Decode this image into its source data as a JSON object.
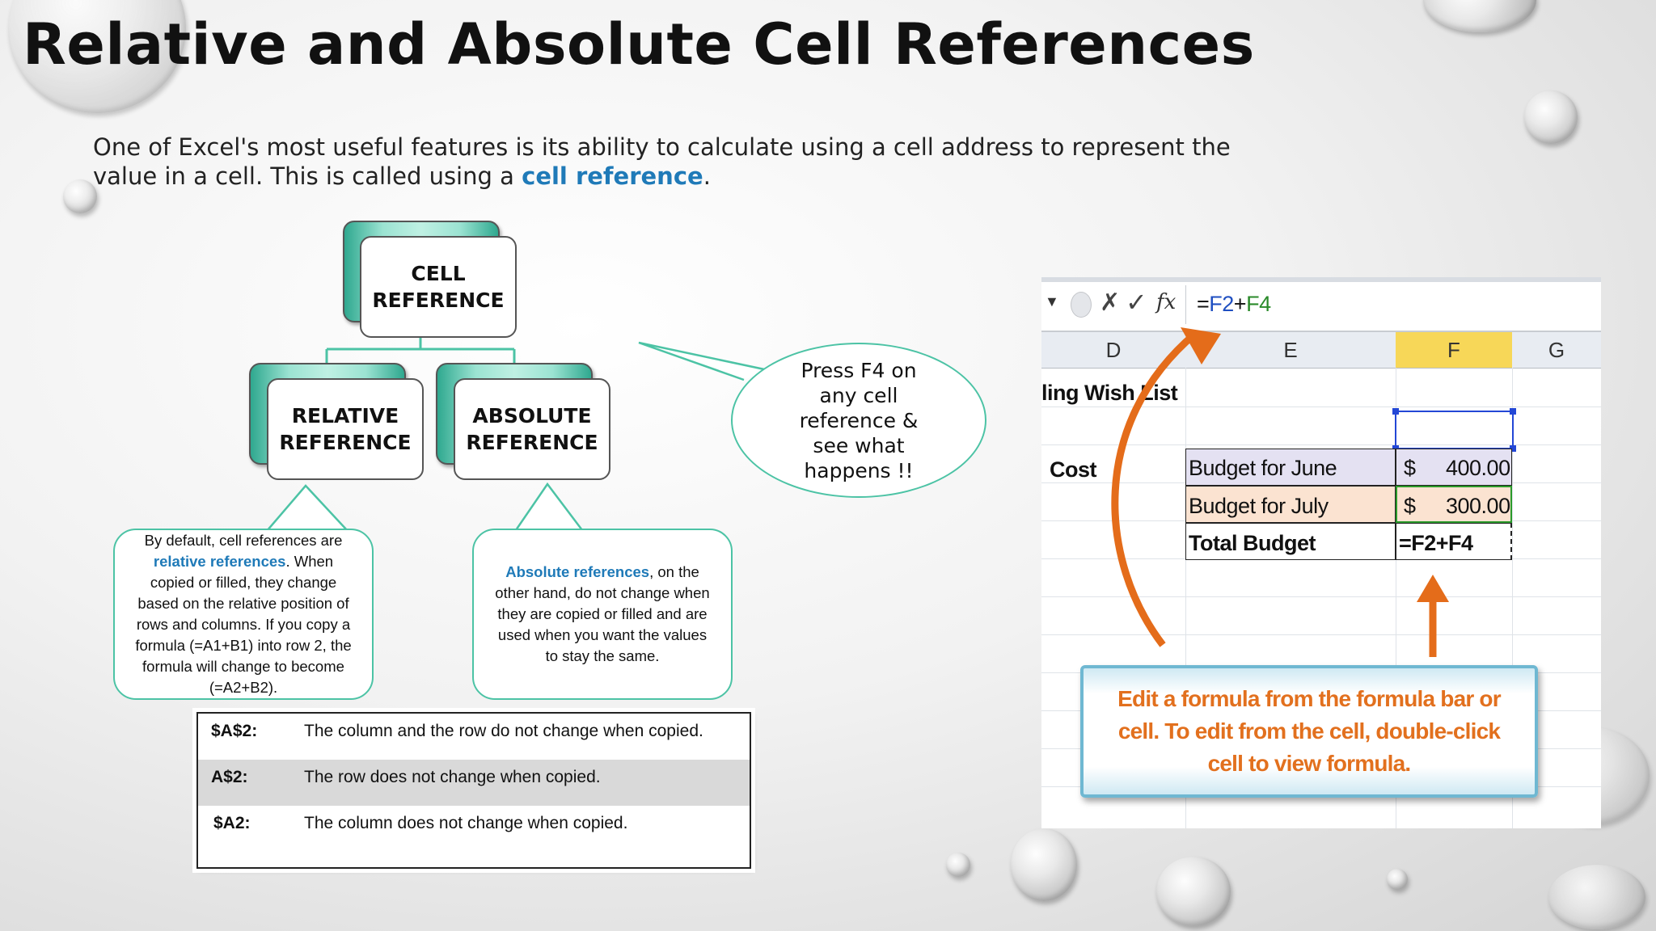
{
  "title": "Relative and Absolute Cell References",
  "intro": {
    "text_before": "One of Excel's most useful features is its ability to calculate using a cell address to represent the value in a cell. This is called using a ",
    "highlight": "cell reference",
    "text_after": "."
  },
  "diagram": {
    "root": {
      "line1": "CELL",
      "line2": "REFERENCE"
    },
    "left": {
      "line1": "RELATIVE",
      "line2": "REFERENCE"
    },
    "right": {
      "line1": "ABSOLUTE",
      "line2": "REFERENCE"
    }
  },
  "callout_f4": "Press F4 on any cell reference & see what happens !!",
  "relative_note": {
    "before": "By default, cell references are ",
    "highlight": "relative references",
    "after": ". When copied or filled, they change based on the relative position of rows and columns. If you copy a formula (=A1+B1) into row 2, the formula will change to become (=A2+B2)."
  },
  "absolute_note": {
    "highlight": "Absolute references",
    "after": ", on the other hand, do not change when they are copied or filled and are used when you want the values to stay the same."
  },
  "ref_table": [
    {
      "key": "$A$2:",
      "desc": "The column and the row do not change when copied."
    },
    {
      "key": "A$2:",
      "desc": "The row does not change when copied."
    },
    {
      "key": "$A2:",
      "desc": "The column does not change when copied."
    }
  ],
  "excel": {
    "formula_bar": {
      "cancel_icon": "✗",
      "enter_icon": "✓",
      "fx_label": "fx",
      "formula_prefix": "=",
      "formula_ref1": "F2",
      "formula_op": "+",
      "formula_ref2": "F4"
    },
    "columns": [
      "D",
      "E",
      "F",
      "G"
    ],
    "partial_title": "ling Wish List",
    "cost_label": "Cost",
    "rows": [
      {
        "label": "Budget for June",
        "currency": "$",
        "amount": "400.00"
      },
      {
        "label": "Budget for July",
        "currency": "$",
        "amount": "300.00"
      }
    ],
    "total_label": "Total Budget",
    "total_formula": "=F2+F4",
    "tip": "Edit a formula from the formula bar or cell. To edit from the cell, double-click cell to view formula.",
    "colors": {
      "selected_column": "#f7d758",
      "june_fill": "#e4e1f2",
      "july_fill": "#fbe3d1",
      "tip_text": "#e2701e",
      "arrow": "#e46c1a"
    }
  }
}
